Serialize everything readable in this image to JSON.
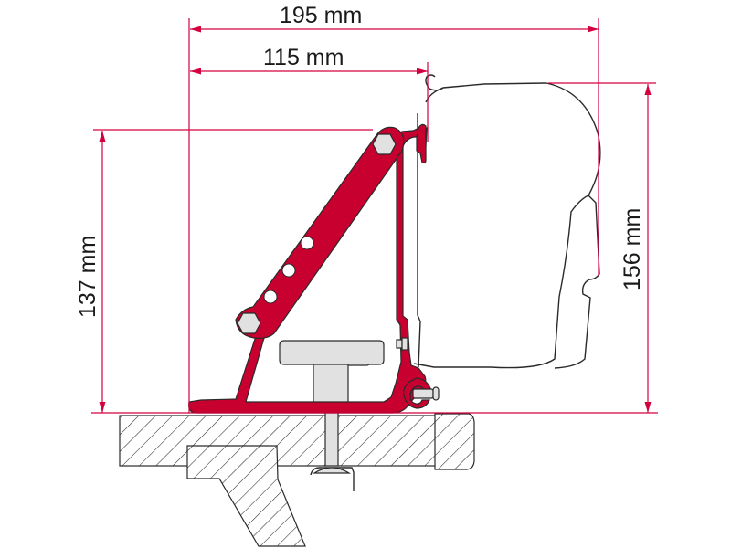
{
  "diagram": {
    "title": "Awning mounting bracket dimension diagram",
    "dimensions": {
      "overall_width": {
        "label": "195 mm",
        "value_mm": 195,
        "orientation": "horizontal"
      },
      "bracket_width": {
        "label": "115 mm",
        "value_mm": 115,
        "orientation": "horizontal"
      },
      "bracket_height": {
        "label": "137 mm",
        "value_mm": 137,
        "orientation": "vertical"
      },
      "overall_height": {
        "label": "156 mm",
        "value_mm": 156,
        "orientation": "vertical"
      }
    },
    "components": [
      {
        "id": "awning-case",
        "description": "Awning cassette profile (outline)"
      },
      {
        "id": "mounting-bracket",
        "description": "Red angled bracket with diagonal strut"
      },
      {
        "id": "clamp-bolt",
        "description": "T-handle clamp bolt"
      },
      {
        "id": "roof-rail",
        "description": "Hatched roof rail cross-section"
      }
    ],
    "colors": {
      "dimension_line": "#d3003f",
      "bracket": "#c8002f",
      "hardware": "#e1e1e1",
      "outline": "#2a2a2a",
      "background": "#ffffff"
    }
  }
}
